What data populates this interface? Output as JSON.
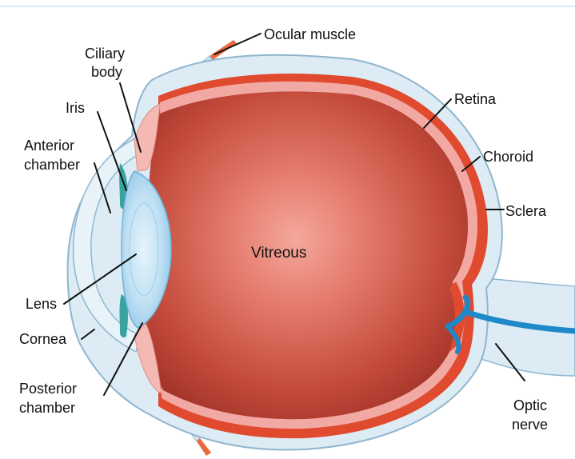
{
  "labels": {
    "ocular_muscle": "Ocular muscle",
    "ciliary_body": [
      "Ciliary",
      "body"
    ],
    "iris": "Iris",
    "anterior_chamber": [
      "Anterior",
      "chamber"
    ],
    "lens": "Lens",
    "cornea": "Cornea",
    "posterior_chamber": [
      "Posterior",
      "chamber"
    ],
    "vitreous": "Vitreous",
    "retina": "Retina",
    "choroid": "Choroid",
    "sclera": "Sclera",
    "optic_nerve": [
      "Optic",
      "nerve"
    ]
  },
  "colors": {
    "sclera": "#dcebf4",
    "sclera_outline": "#8fb6cf",
    "choroid": "#e04a2f",
    "retina": "#f2a9a3",
    "vitreous_center": "#f09a8e",
    "vitreous_edge": "#a8342a",
    "lens": "#bfe0f3",
    "iris": "#3aa3a0",
    "optic_vessel": "#1e88c9",
    "ciliary": "#f3b9b2"
  }
}
